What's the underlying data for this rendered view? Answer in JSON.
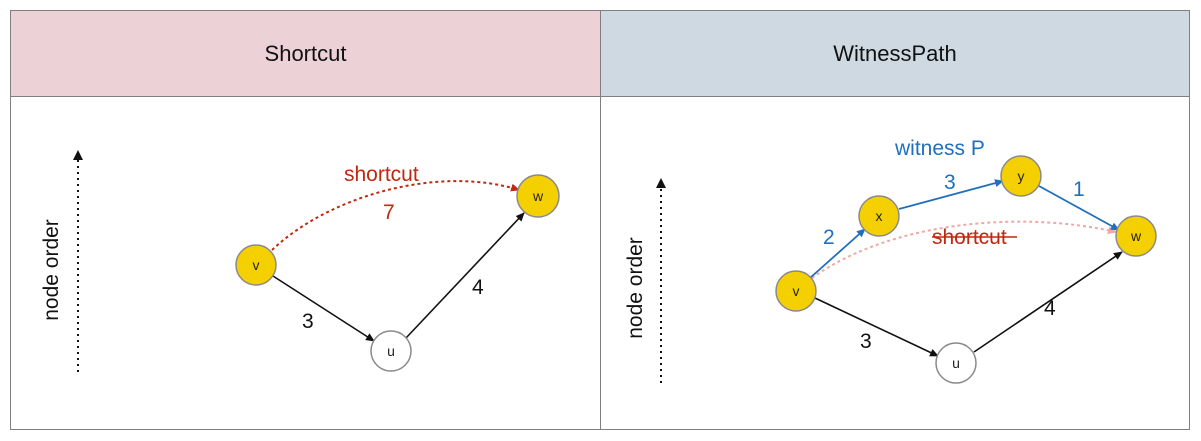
{
  "headers": {
    "left": "Shortcut",
    "right": "WitnessPath"
  },
  "axis_label": "node order",
  "left_panel": {
    "nodes": {
      "v": "v",
      "u": "u",
      "w": "w"
    },
    "edge_vu_weight": "3",
    "edge_uw_weight": "4",
    "shortcut_label": "shortcut",
    "shortcut_weight": "7"
  },
  "right_panel": {
    "nodes": {
      "v": "v",
      "u": "u",
      "w": "w",
      "x": "x",
      "y": "y"
    },
    "witness_label": "witness P",
    "edge_vx_weight": "2",
    "edge_xy_weight": "3",
    "edge_yw_weight": "1",
    "edge_vu_weight": "3",
    "edge_uw_weight": "4",
    "shortcut_label": "shortcut"
  },
  "colors": {
    "node_fill": "#f5d000",
    "node_stroke": "#8a8a8a",
    "black_edge": "#111111",
    "shortcut_red": "#c0280f",
    "shortcut_faded": "#f0a8a0",
    "witness_blue": "#1f6fbf"
  }
}
